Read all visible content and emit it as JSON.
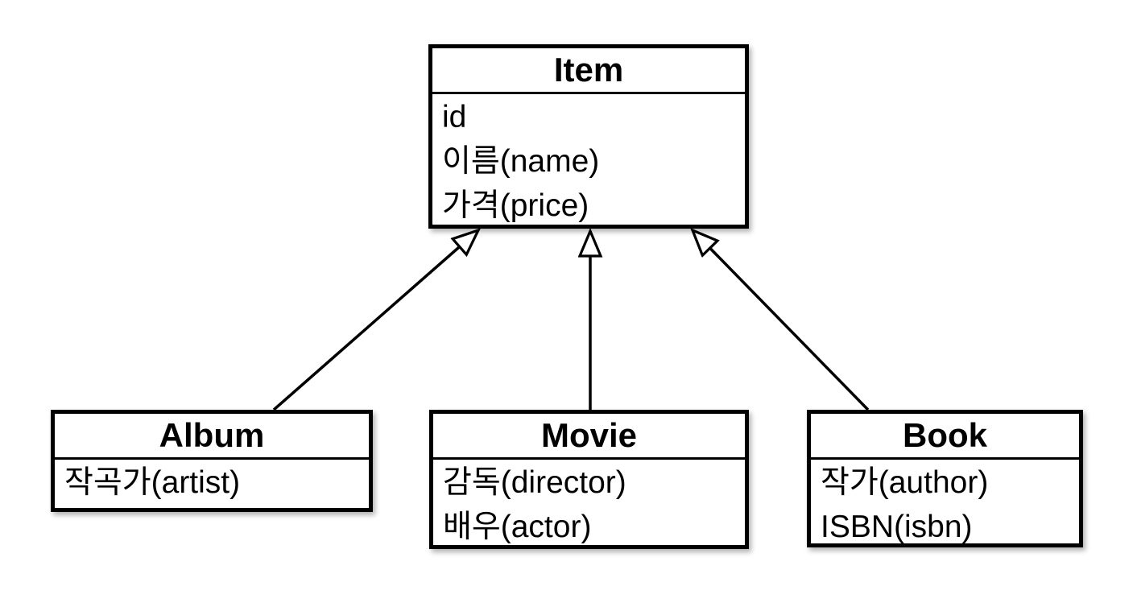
{
  "diagram": {
    "kind": "uml-class-diagram",
    "classes": [
      {
        "name": "Item",
        "attributes": [
          "id",
          "이름(name)",
          "가격(price)"
        ]
      },
      {
        "name": "Album",
        "attributes": [
          "작곡가(artist)"
        ]
      },
      {
        "name": "Movie",
        "attributes": [
          "감독(director)",
          "배우(actor)"
        ]
      },
      {
        "name": "Book",
        "attributes": [
          "작가(author)",
          "ISBN(isbn)"
        ]
      }
    ],
    "relationships": [
      {
        "from": "Album",
        "to": "Item",
        "type": "generalization"
      },
      {
        "from": "Movie",
        "to": "Item",
        "type": "generalization"
      },
      {
        "from": "Book",
        "to": "Item",
        "type": "generalization"
      }
    ],
    "colors": {
      "background": "#ffffff",
      "box_fill": "#ffffff",
      "box_border": "#000000",
      "line": "#000000",
      "text": "#000000"
    }
  }
}
